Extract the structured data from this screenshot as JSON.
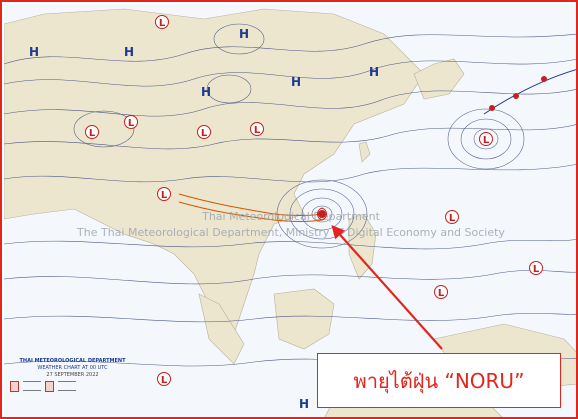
{
  "callout": {
    "label": "พายุไต้ฝุ่น “NORU”"
  },
  "credit": {
    "line1": "THAI METEOROLOGICAL DEPARTMENT",
    "line2": "WEATHER CHART AT 00 UTC",
    "line3": "27 SEPTEMBER 2022"
  },
  "watermark": {
    "line1": "Thai Meteorological Department",
    "line2": "The Thai Meteorological Department, Ministry of Digital Economy and Society"
  },
  "pressure_symbols": [
    {
      "label": "H",
      "kind": "high"
    },
    {
      "label": "H",
      "kind": "high"
    },
    {
      "label": "H",
      "kind": "high"
    },
    {
      "label": "H",
      "kind": "high"
    },
    {
      "label": "H",
      "kind": "high"
    },
    {
      "label": "H",
      "kind": "high"
    },
    {
      "label": "H",
      "kind": "high"
    },
    {
      "label": "L",
      "kind": "low"
    },
    {
      "label": "L",
      "kind": "low"
    },
    {
      "label": "L",
      "kind": "low"
    },
    {
      "label": "L",
      "kind": "low"
    },
    {
      "label": "L",
      "kind": "low"
    },
    {
      "label": "L",
      "kind": "low"
    },
    {
      "label": "L",
      "kind": "low"
    },
    {
      "label": "L",
      "kind": "low"
    },
    {
      "label": "L",
      "kind": "low"
    },
    {
      "label": "L",
      "kind": "low"
    },
    {
      "label": "L",
      "kind": "low"
    },
    {
      "label": "L",
      "kind": "low"
    }
  ],
  "colors": {
    "frame": "#e3261d",
    "arrow": "#e3261d",
    "high": "#1f3b8f",
    "low": "#c81e1e",
    "isobar": "#23356e",
    "land": "#ece6cf",
    "sea": "#f4f7fb"
  }
}
